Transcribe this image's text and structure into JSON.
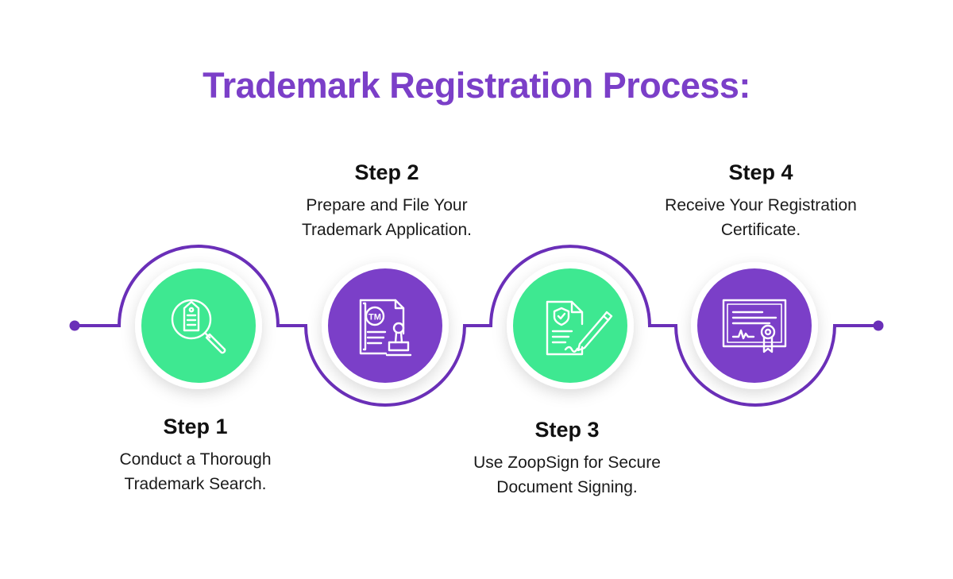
{
  "title": "Trademark Registration Process:",
  "colors": {
    "title": "#7b3fc8",
    "purple": "#7b3fc8",
    "line": "#6a2fb8",
    "green": "#3ee891",
    "icon_stroke": "#ffffff",
    "text": "#111111"
  },
  "steps": [
    {
      "title": "Step 1",
      "desc_line1": "Conduct a Thorough",
      "desc_line2": "Trademark Search.",
      "color": "green",
      "icon": "magnifier-tag-icon"
    },
    {
      "title": "Step 2",
      "desc_line1": "Prepare and File Your",
      "desc_line2": "Trademark Application.",
      "color": "purple",
      "icon": "trademark-stamp-icon"
    },
    {
      "title": "Step 3",
      "desc_line1": "Use ZoopSign for Secure",
      "desc_line2": "Document Signing.",
      "color": "green",
      "icon": "document-signing-icon"
    },
    {
      "title": "Step 4",
      "desc_line1": "Receive Your Registration",
      "desc_line2": "Certificate.",
      "color": "purple",
      "icon": "certificate-icon"
    }
  ]
}
